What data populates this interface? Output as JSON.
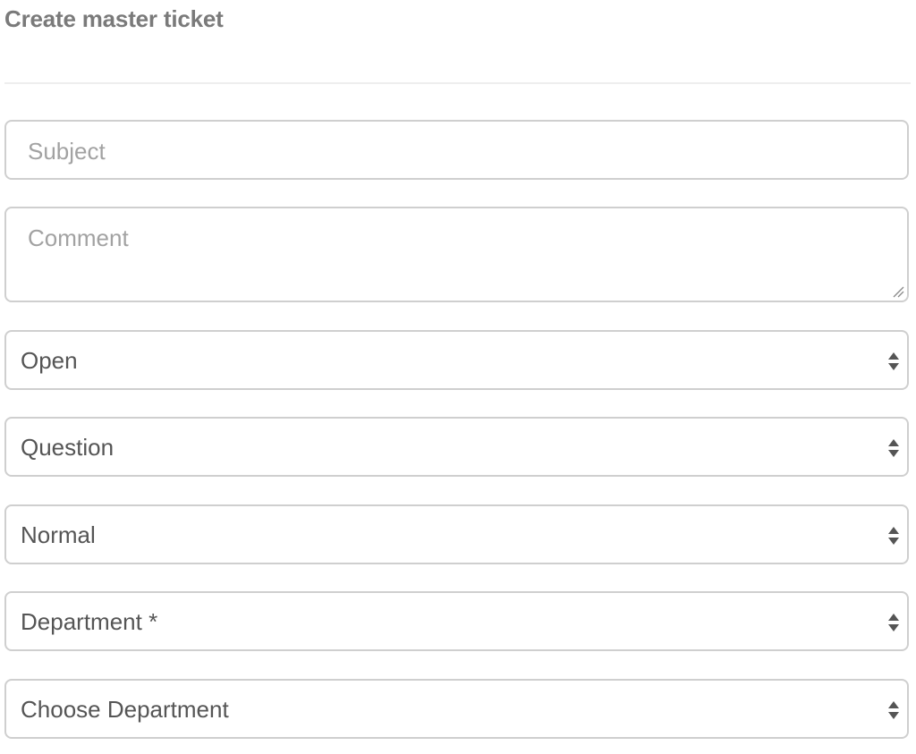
{
  "header": {
    "title": "Create master ticket"
  },
  "form": {
    "subject": {
      "placeholder": "Subject",
      "value": ""
    },
    "comment": {
      "placeholder": "Comment",
      "value": ""
    },
    "status_select": {
      "value": "Open"
    },
    "type_select": {
      "value": "Question"
    },
    "priority_select": {
      "value": "Normal"
    },
    "department_label_select": {
      "value": "Department *"
    },
    "department_select": {
      "value": "Choose Department"
    }
  },
  "icons": {
    "select_arrows": "up-down-arrows-icon",
    "resize_grip": "resize-grip-icon"
  },
  "colors": {
    "title": "#7a7a7a",
    "border": "#cfcfcf",
    "placeholder": "#a2a2a2",
    "value_text": "#555555"
  }
}
